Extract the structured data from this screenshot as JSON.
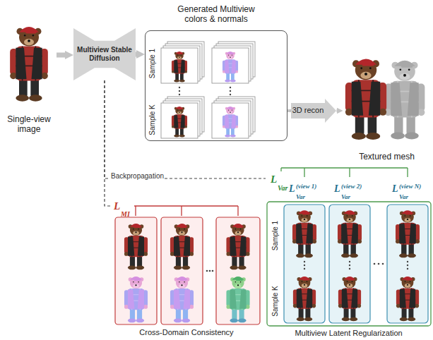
{
  "diagram": {
    "nodes": [
      {
        "text": [
          "Single-view image"
        ]
      },
      {
        "text": [
          "Multiview Stable Diffusion"
        ]
      },
      {
        "text": [
          "Generated Multiview colors & normals",
          "Sample 1",
          "Sample K"
        ]
      },
      {
        "text": [
          "3D recon"
        ]
      },
      {
        "text": [
          "Textured mesh"
        ]
      },
      {
        "text": [
          "Cross-Domain Consistency"
        ]
      },
      {
        "text": [
          "Multiview Latent Regularization",
          "Sample 1",
          "Sample K"
        ]
      }
    ],
    "edges": [
      {
        "from": 0,
        "to": 1,
        "arrow": "to"
      },
      {
        "from": 1,
        "to": 2,
        "arrow": "to"
      },
      {
        "from": 2,
        "to": 3,
        "arrow": "none"
      },
      {
        "from": 3,
        "to": 4,
        "arrow": "to"
      },
      {
        "from": 1,
        "to": 5,
        "arrow": "none"
      },
      {
        "from": 1,
        "to": 6,
        "label": "Backpropagation",
        "arrow": "none"
      }
    ],
    "labels": [
      "L",
      "MI",
      "L",
      "Var",
      "L",
      "(view 1)",
      "Var",
      "L",
      "(view 2)",
      "Var",
      "L",
      "(view N)",
      "Var"
    ]
  }
}
